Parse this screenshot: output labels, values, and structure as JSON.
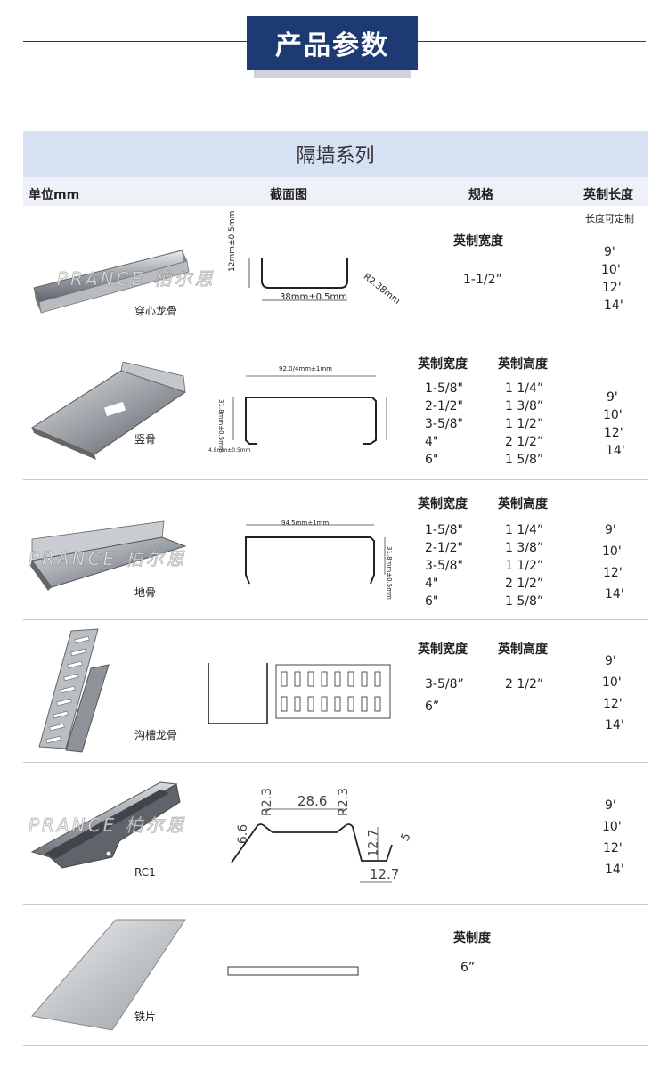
{
  "header": {
    "title": "产品参数"
  },
  "series_title": "隔墙系列",
  "columns": {
    "unit": "单位mm",
    "section": "截面图",
    "spec": "规格",
    "length": "英制长度"
  },
  "length_note": "长度可定制",
  "watermark": "PRANCE 柏尔思",
  "rows": [
    {
      "name": "穿心龙骨",
      "spec_width_label": "英制宽度",
      "widths": [
        "1-1/2”"
      ],
      "lengths": [
        "9'",
        "10'",
        "12'",
        "14'"
      ],
      "dims": {
        "w": "38mm±0.5mm",
        "h": "12mm±0.5mm",
        "r": "R2.38mm"
      }
    },
    {
      "name": "竖骨",
      "spec_width_label": "英制宽度",
      "spec_height_label": "英制高度",
      "widths": [
        "1-5/8\"",
        "2-1/2\"",
        "3-5/8\"",
        "4\"",
        "6\""
      ],
      "heights": [
        "1 1/4”",
        "1 3/8”",
        "1 1/2”",
        "2 1/2”",
        "1 5/8”"
      ],
      "lengths": [
        "9'",
        "10'",
        "12'",
        "14'"
      ],
      "dims": {
        "w": "92.0/4mm±1mm",
        "h": "31.8mm±0.5mm",
        "lip": "4.8mm±0.5mm"
      }
    },
    {
      "name": "地骨",
      "spec_width_label": "英制宽度",
      "spec_height_label": "英制高度",
      "widths": [
        "1-5/8\"",
        "2-1/2\"",
        "3-5/8\"",
        "4\"",
        "6\""
      ],
      "heights": [
        "1 1/4”",
        "1 3/8”",
        "1 1/2”",
        "2 1/2”",
        "1 5/8”"
      ],
      "lengths": [
        "9'",
        "10'",
        "12'",
        "14'"
      ],
      "dims": {
        "w": "94.5mm±1mm",
        "h": "31.8mm±0.5mm"
      }
    },
    {
      "name": "沟槽龙骨",
      "spec_width_label": "英制宽度",
      "spec_height_label": "英制高度",
      "widths": [
        "3-5/8”",
        "6”"
      ],
      "heights": [
        "2 1/2”"
      ],
      "lengths": [
        "9'",
        "10'",
        "12'",
        "14'"
      ]
    },
    {
      "name": "RC1",
      "lengths": [
        "9'",
        "10'",
        "12'",
        "14'"
      ],
      "dims": {
        "top": "28.6",
        "r1": "R2.3",
        "r2": "R2.3",
        "left": "6.6",
        "depth": "12.7",
        "bottom": "12.7",
        "lip": "5"
      }
    },
    {
      "name": "铁片",
      "spec_width_label": "英制度",
      "widths": [
        "6”"
      ]
    }
  ],
  "colors": {
    "header_bg": "#1d3a73",
    "series_bg": "#d6e2f4",
    "divider": "#c9c9c9"
  }
}
